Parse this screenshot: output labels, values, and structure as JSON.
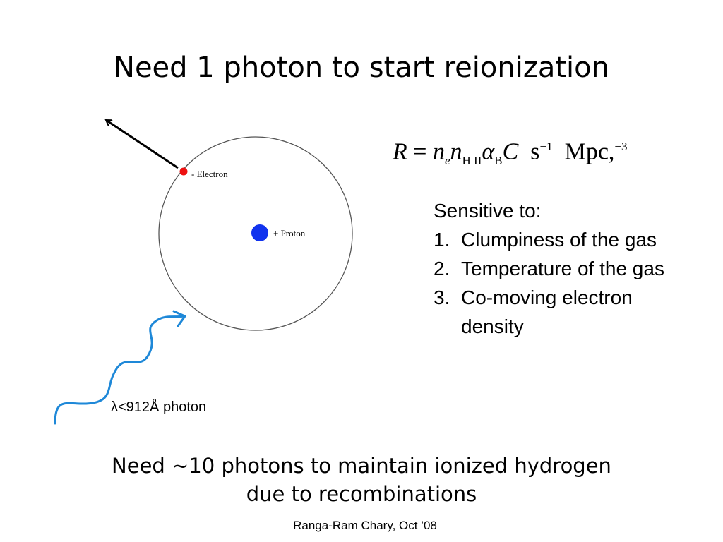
{
  "slide": {
    "title": "Need 1 photon to start reionization",
    "footer": "Ranga-Ram Chary, Oct ’08"
  },
  "diagram": {
    "electron_label": "- Electron",
    "proton_label": "+ Proton",
    "photon_label": "λ<912Å photon",
    "electron_color": "#ee1111",
    "proton_color": "#1133ee",
    "photon_color": "#1e88d8",
    "orbit_color": "#555555"
  },
  "equation": {
    "lhs": "R",
    "eq": "=",
    "n": "n",
    "e": "e",
    "hii": "H II",
    "alpha": "α",
    "B": "B",
    "C": "C",
    "s": "s",
    "s_exp": "−1",
    "unit": "Mpc,",
    "unit_exp": "−3"
  },
  "sensitive": {
    "heading": "Sensitive to:",
    "items": [
      {
        "num": "1.",
        "text": "Clumpiness of the gas"
      },
      {
        "num": "2.",
        "text": "Temperature of the gas"
      },
      {
        "num": "3.",
        "text": "Co-moving electron density"
      }
    ]
  },
  "bottom": {
    "line1": "Need ~10 photons to maintain ionized hydrogen",
    "line2": "due to recombinations"
  }
}
